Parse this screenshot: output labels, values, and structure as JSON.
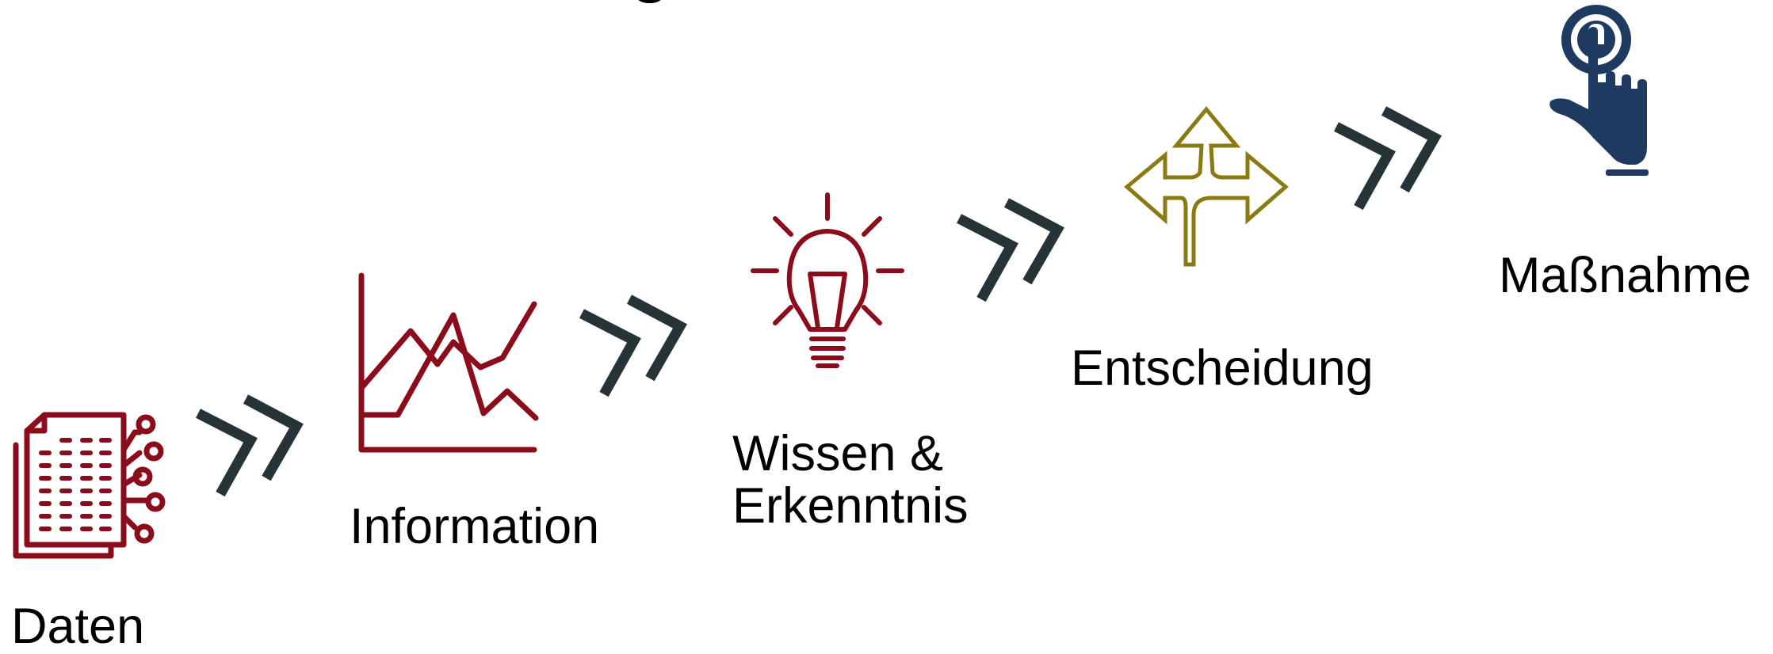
{
  "steps": [
    {
      "label": "Daten",
      "icon": "data-document-icon",
      "color": "#8b0d1c"
    },
    {
      "label": "Information",
      "icon": "line-chart-icon",
      "color": "#8b0d1c"
    },
    {
      "label_line1": "Wissen &",
      "label_line2": "Erkenntnis",
      "icon": "lightbulb-icon",
      "color": "#8b0d1c"
    },
    {
      "label": "Entscheidung",
      "icon": "split-arrows-icon",
      "color": "#8a7a12"
    },
    {
      "label": "Maßnahme",
      "icon": "pointing-hand-icon",
      "color": "#1f3a60"
    }
  ],
  "connector_icon": "double-chevron-icon",
  "connector_color": "#263437"
}
